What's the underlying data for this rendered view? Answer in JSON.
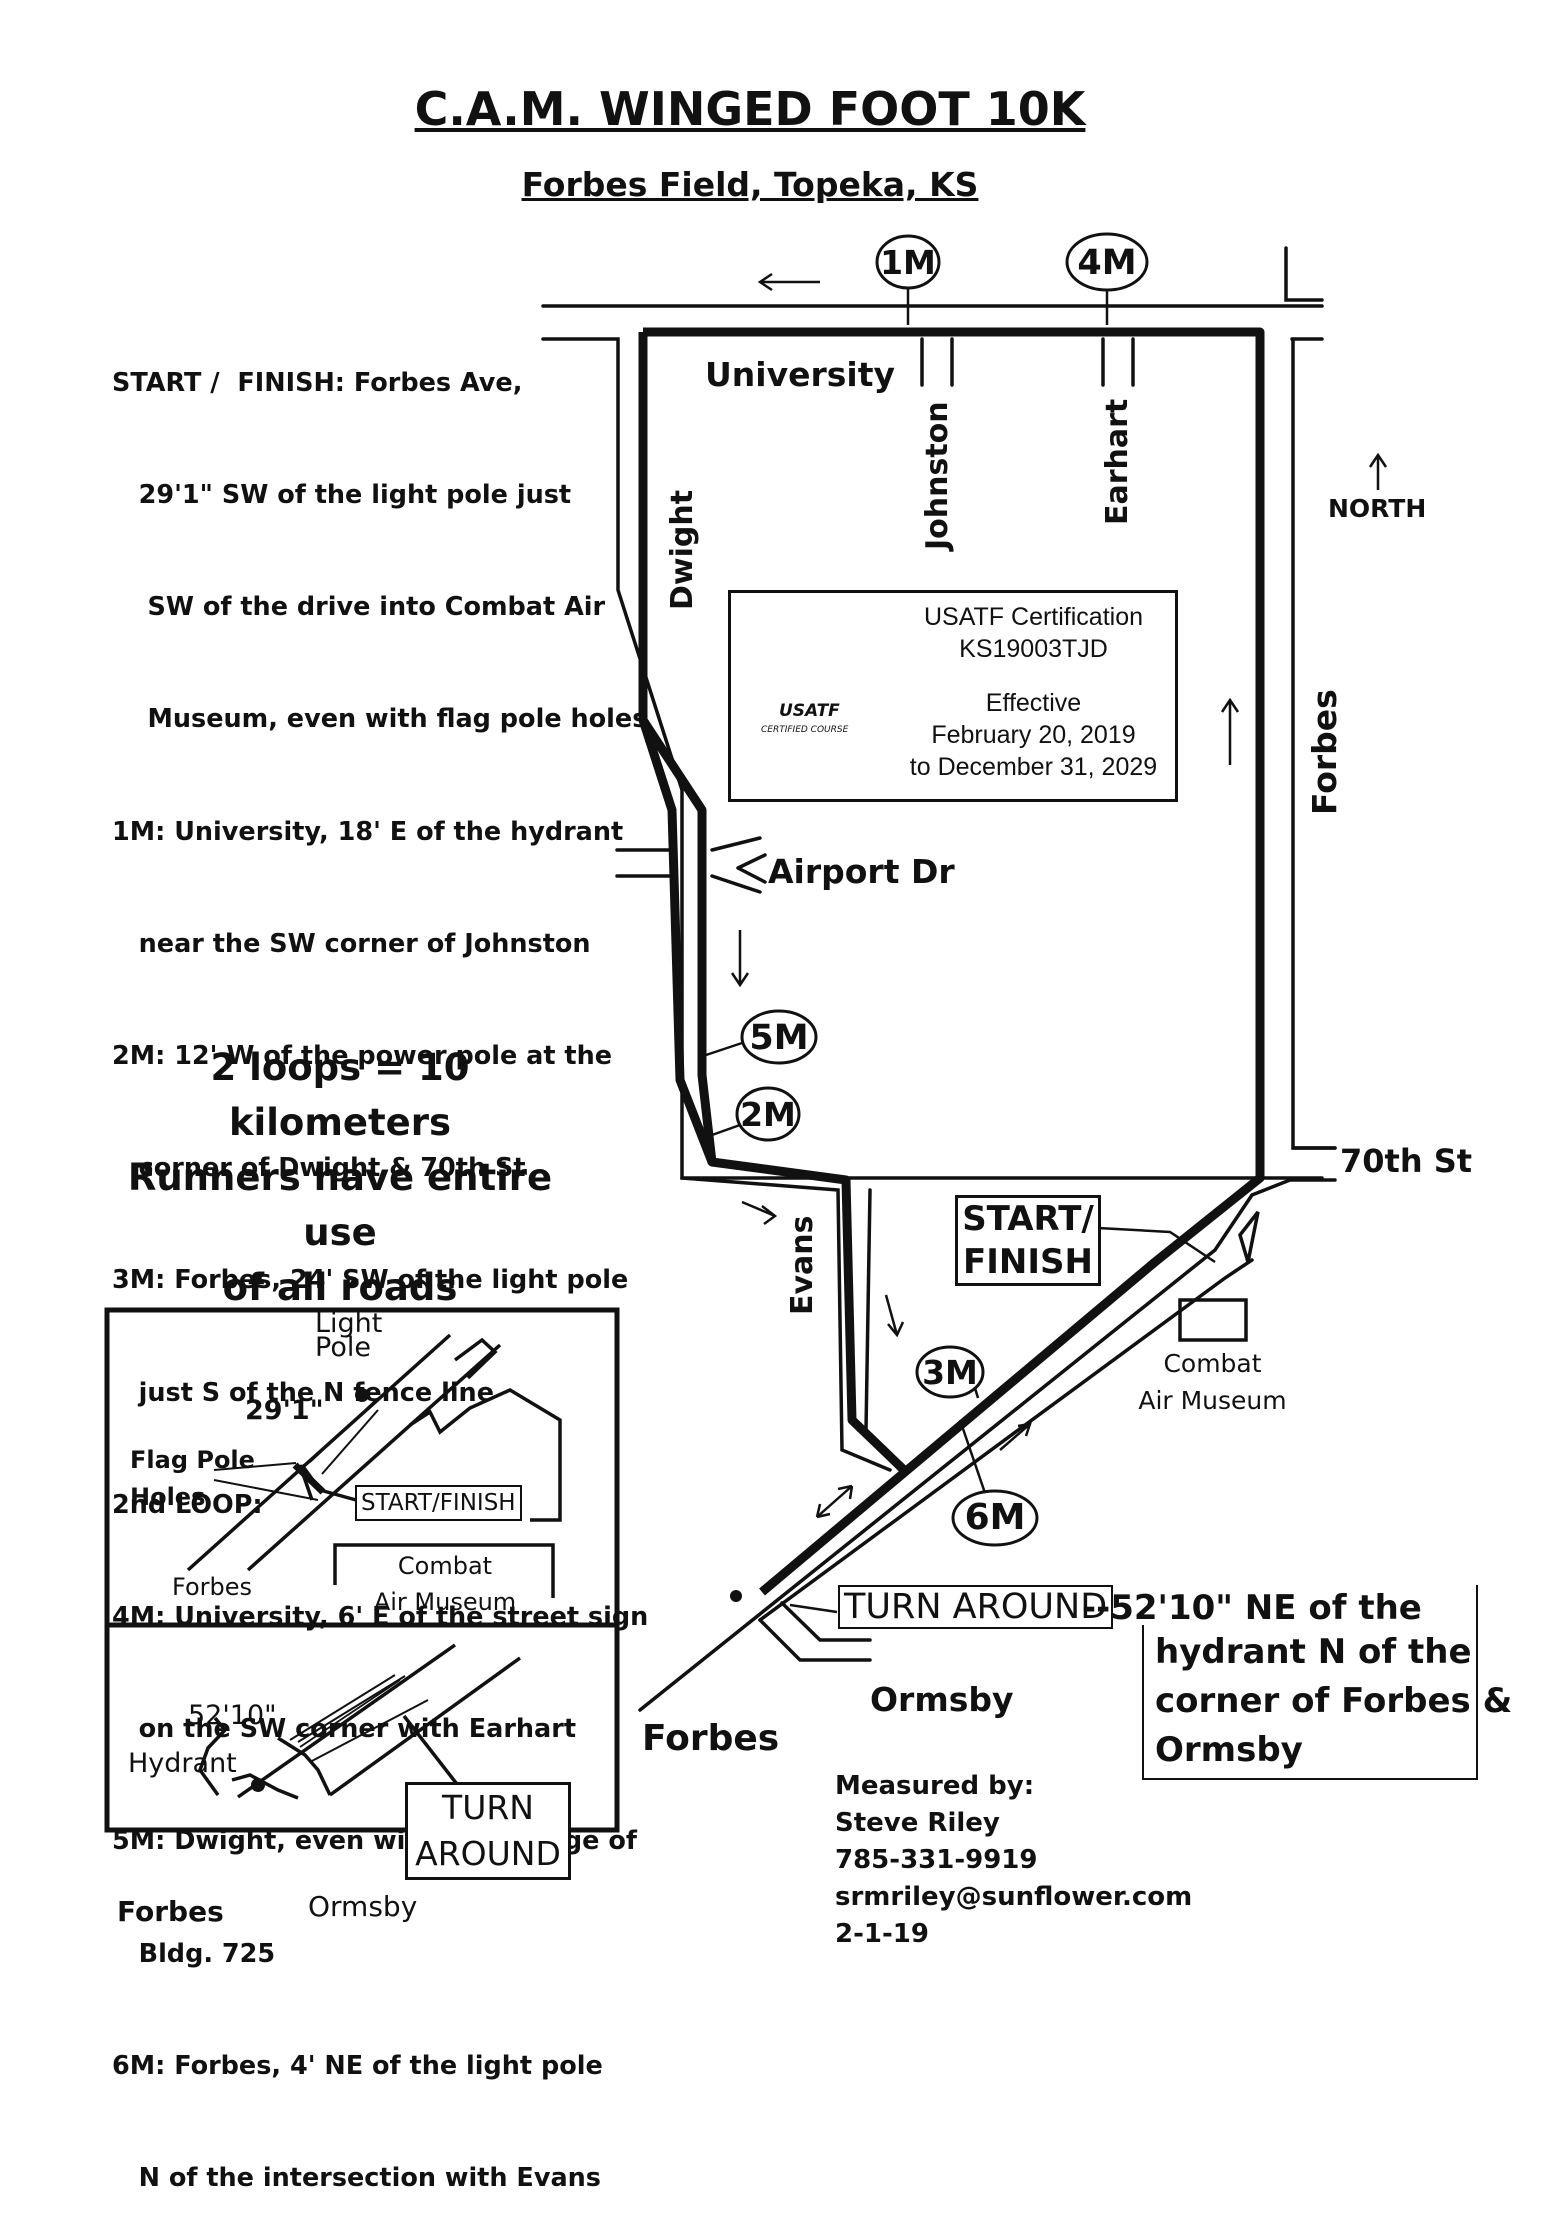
{
  "title": "C.A.M. WINGED FOOT 10K",
  "subtitle": "Forbes Field, Topeka, KS",
  "notes": [
    "START /  FINISH: Forbes Ave,",
    "   29'1\" SW of the light pole just",
    "    SW of the drive into Combat Air",
    "    Museum, even with flag pole holes",
    "1M: University, 18' E of the hydrant",
    "   near the SW corner of Johnston",
    "2M: 12' W of the power pole at the",
    "   corner of Dwight & 70th St",
    "3M: Forbes, 24' SW of the light pole",
    "   just S of the N fence line",
    "2nd LOOP:",
    "4M: University, 6' E of the street sign",
    "   on the SW corner with Earhart",
    "5M: Dwight, even with the S edge of",
    "   Bldg. 725",
    "6M: Forbes, 4' NE of the light pole",
    "   N of the intersection with Evans"
  ],
  "loops_text": [
    "2 loops = 10 kilometers",
    "Runners have entire use",
    "of all roads"
  ],
  "streets": {
    "university": "University",
    "johnston": "Johnston",
    "earhart": "Earhart",
    "dwight": "Dwight",
    "forbes_east": "Forbes",
    "airport": "Airport Dr",
    "seventieth": "70th St",
    "evans": "Evans",
    "forbes_sw": "Forbes",
    "ormsby": "Ormsby"
  },
  "north": "NORTH",
  "markers": [
    "1M",
    "4M",
    "5M",
    "2M",
    "3M",
    "6M"
  ],
  "certification": {
    "line1": "USATF Certification",
    "line2": "KS19003TJD",
    "line3": "Effective",
    "line4": "February 20, 2019",
    "line5": "to December 31, 2029",
    "badge_name": "USATF",
    "badge_sub": "CERTIFIED COURSE"
  },
  "start_finish": [
    "START/",
    "FINISH"
  ],
  "combat": [
    "Combat",
    "Air Museum"
  ],
  "turnaround": {
    "head": "TURN AROUND",
    "rest": "--52'10\" NE of the",
    "lines": [
      "hydrant N of the",
      "corner of Forbes &",
      "Ormsby"
    ]
  },
  "measured": [
    "Measured by:",
    "Steve Riley",
    "785-331-9919",
    "srmriley@sunflower.com",
    "2-1-19"
  ],
  "inset1": {
    "light_pole": [
      "Light",
      "Pole"
    ],
    "distance": "29'1\"",
    "flag": [
      "Flag Pole",
      "Holes"
    ],
    "start_finish": "START/FINISH",
    "forbes": "Forbes",
    "combat": [
      "Combat",
      "Air Museum"
    ]
  },
  "inset2": {
    "distance": "52'10\"",
    "hydrant": "Hydrant",
    "turn": [
      "TURN",
      "AROUND"
    ],
    "forbes": "Forbes",
    "ormsby": "Ormsby"
  }
}
